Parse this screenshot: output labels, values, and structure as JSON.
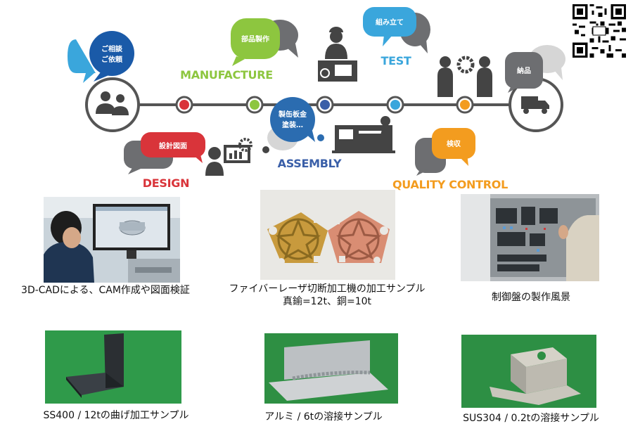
{
  "process": {
    "stages": [
      {
        "label": "DESIGN",
        "color": "#d9343a",
        "bubble": "設計図面"
      },
      {
        "label": "MANUFACTURE",
        "color": "#8dc63f",
        "bubble": "部品製作"
      },
      {
        "label": "ASSEMBLY",
        "color": "#3a5fa8",
        "bubble": "製缶板金\n塗装…"
      },
      {
        "label": "TEST",
        "color": "#3aa6dc",
        "bubble": "組み立て"
      },
      {
        "label": "QUALITY CONTROL",
        "color": "#f39c1f",
        "bubble": "検収"
      }
    ],
    "start_bubble": "ご相談\nご依頼",
    "end_bubble": "納品"
  },
  "gallery": [
    {
      "caption": "3D-CADによる、CAM作成や図面検証"
    },
    {
      "caption": "ファイバーレーザ切断加工機の加工サンプル\n真鍮=12t、銅=10t"
    },
    {
      "caption": "制御盤の製作風景"
    },
    {
      "caption": "SS400 / 12tの曲げ加工サンプル"
    },
    {
      "caption": "アルミ / 6tの溶接サンプル"
    },
    {
      "caption": "SUS304 / 0.2tの溶接サンプル"
    }
  ],
  "colors": {
    "line": "#555555",
    "grey_bubble": "#6d6e71",
    "text_dark": "#111111"
  }
}
